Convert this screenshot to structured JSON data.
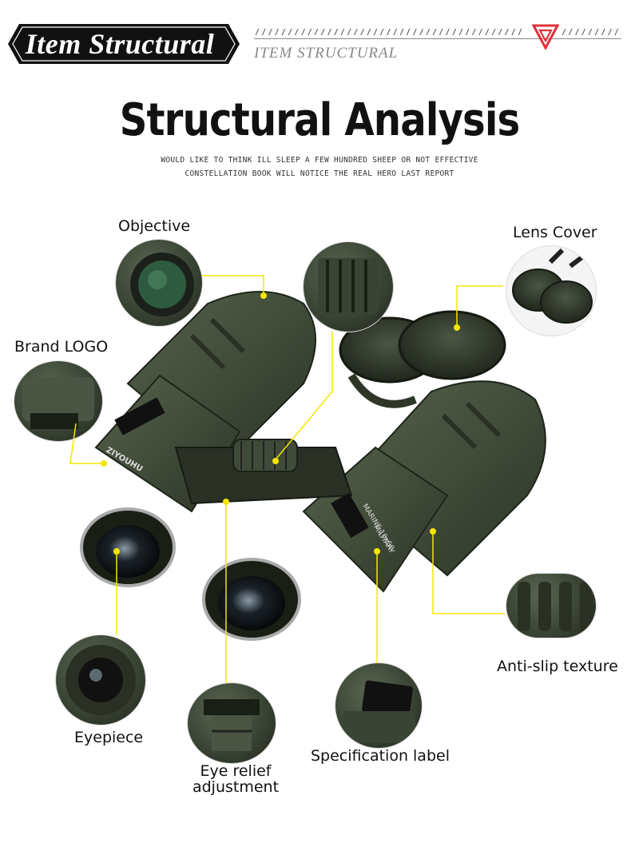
{
  "header": {
    "banner_title": "Item Structural",
    "subtitle": "ITEM STRUCTURAL",
    "hatch_left": "/////////////////////////////////////////",
    "hatch_right": "//////////"
  },
  "title": {
    "main": "Structural Analysis",
    "tagline_1": "WOULD LIKE TO THINK ILL SLEEP A FEW HUNDRED SHEEP OR NOT EFFECTIVE",
    "tagline_2": "CONSTELLATION BOOK WILL NOTICE THE REAL HERO LAST REPORT"
  },
  "labels": {
    "objective": "Objective",
    "lens_cover": "Lens Cover",
    "brand_logo": "Brand LOGO",
    "anti_slip": "Anti-slip texture",
    "eyepiece": "Eyepiece",
    "eye_relief_line1": "Eye relief",
    "eye_relief_line2": "adjustment",
    "spec_label": "Specification label"
  },
  "product_marks": {
    "body_label_1": "MILITARY",
    "body_label_2": "MARINE 10x50",
    "brand_mark": "ZIYOUHU"
  },
  "colors": {
    "banner_bg": "#111111",
    "accent_red": "#e0303a",
    "leader_yellow": "#f5e600",
    "body_green": "#3d4736"
  }
}
